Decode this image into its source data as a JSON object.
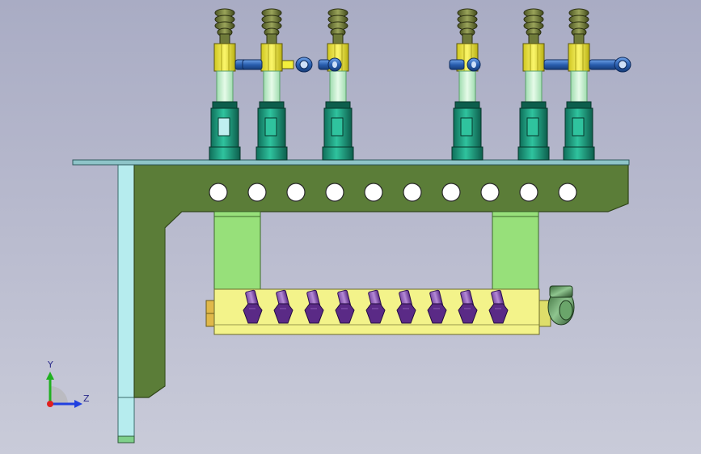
{
  "viewport": {
    "background_top": "#a9acc4",
    "background_bottom": "#c9cbd9"
  },
  "colors": {
    "bracket": "#5b7d38",
    "bracket_dark": "#3e5a24",
    "plate": "#8ec4c8",
    "post": "#b6ecee",
    "support_block": "#97e07a",
    "manifold": "#f3f38a",
    "fitting_purple": "#5a2a86",
    "cup_olive": "#6f7a3a",
    "hex_yellow": "#f2ee3c",
    "sensor_blue": "#2a5fb0",
    "cylinder_teal": "#1fa58a",
    "rod_light": "#c8f2cf"
  },
  "components": {
    "vacuum_cup_count": 6,
    "manifold_fitting_count": 9,
    "bracket_hole_count": 10
  },
  "triad": {
    "y_label": "Y",
    "z_label": "Z",
    "x_color": "#e02020",
    "y_color": "#20b020",
    "z_color": "#2040e0"
  }
}
